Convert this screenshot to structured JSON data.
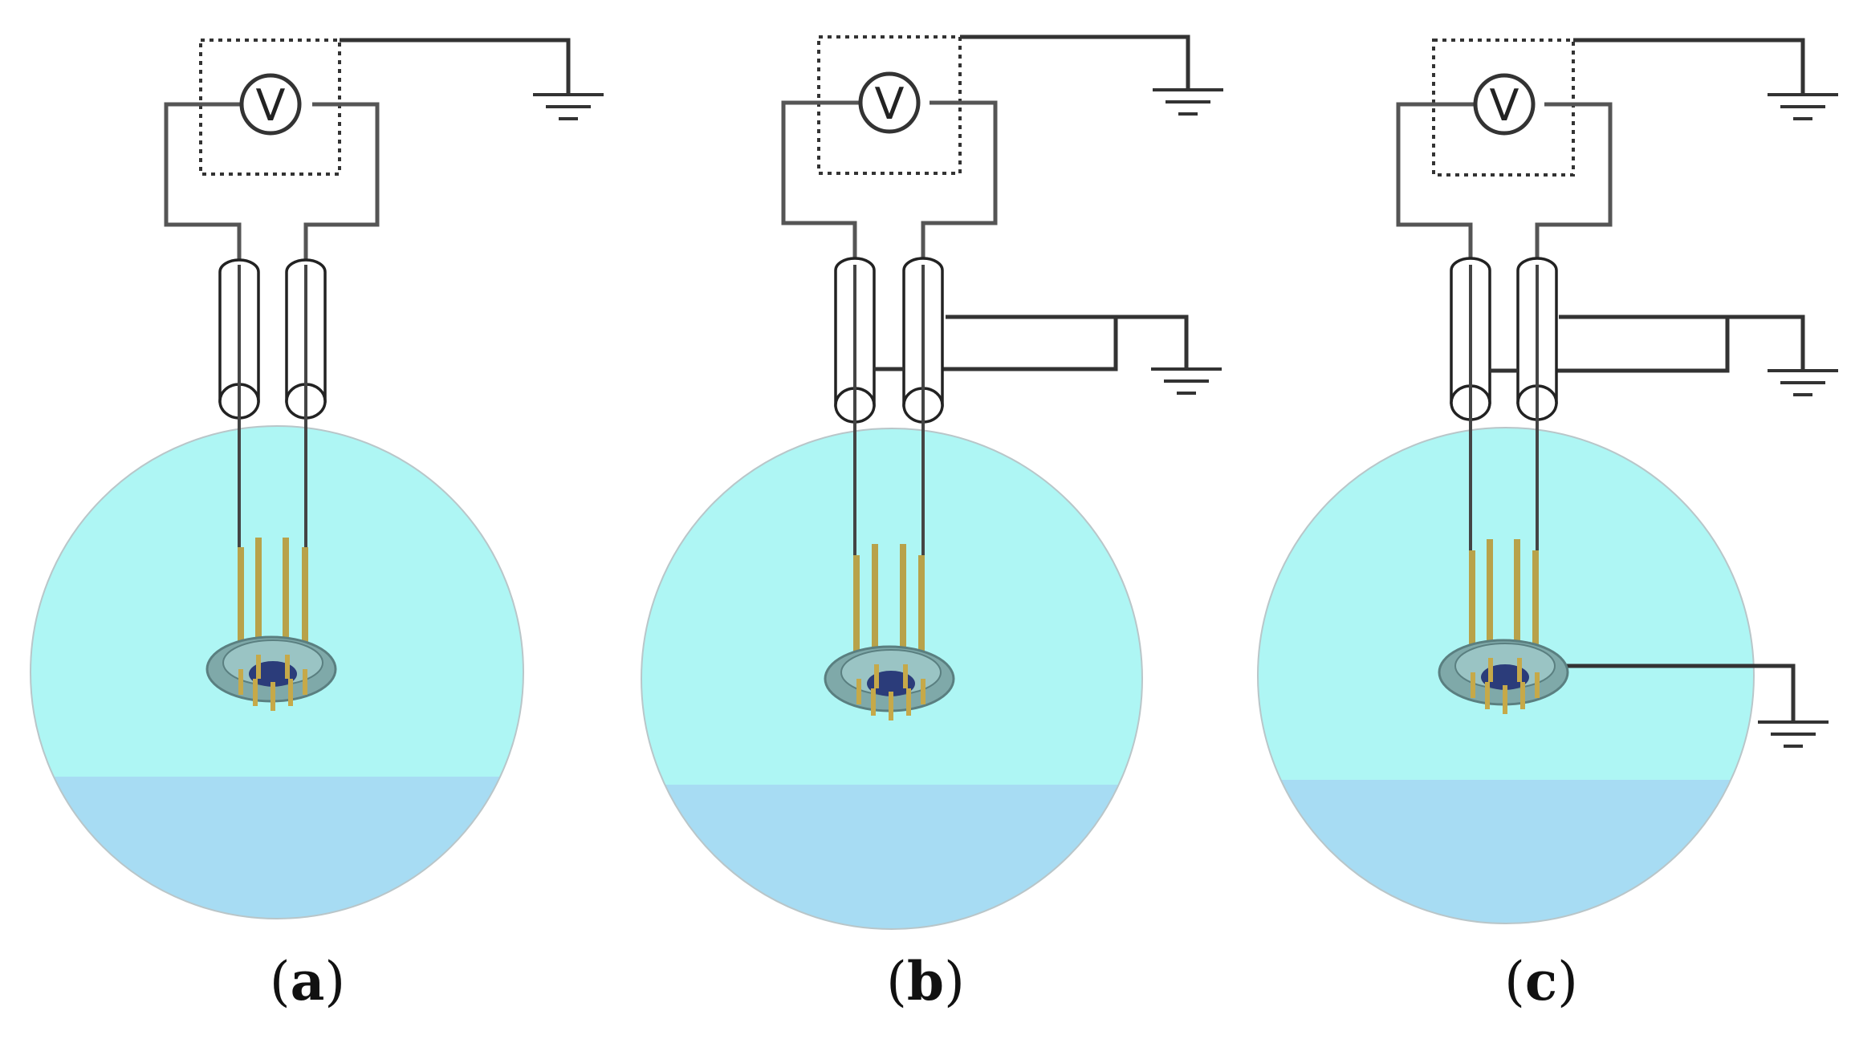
{
  "figure": {
    "panels": [
      {
        "id": "a",
        "label_open": "(",
        "label_letter": "a",
        "label_close": ")",
        "meter_symbol": "V",
        "shield_grounded": false,
        "base_grounded": false
      },
      {
        "id": "b",
        "label_open": "(",
        "label_letter": "b",
        "label_close": ")",
        "meter_symbol": "V",
        "shield_grounded": true,
        "base_grounded": false
      },
      {
        "id": "c",
        "label_open": "(",
        "label_letter": "c",
        "label_close": ")",
        "meter_symbol": "V",
        "shield_grounded": true,
        "base_grounded": true
      }
    ]
  },
  "colors": {
    "sphere_upper": "#aef6f4",
    "sphere_lower": "#a7dcf3",
    "wire": "#444444",
    "pins": "#b8a24a",
    "sensor_body": "#7fa9a9",
    "sensor_core": "#2b3c7a"
  }
}
